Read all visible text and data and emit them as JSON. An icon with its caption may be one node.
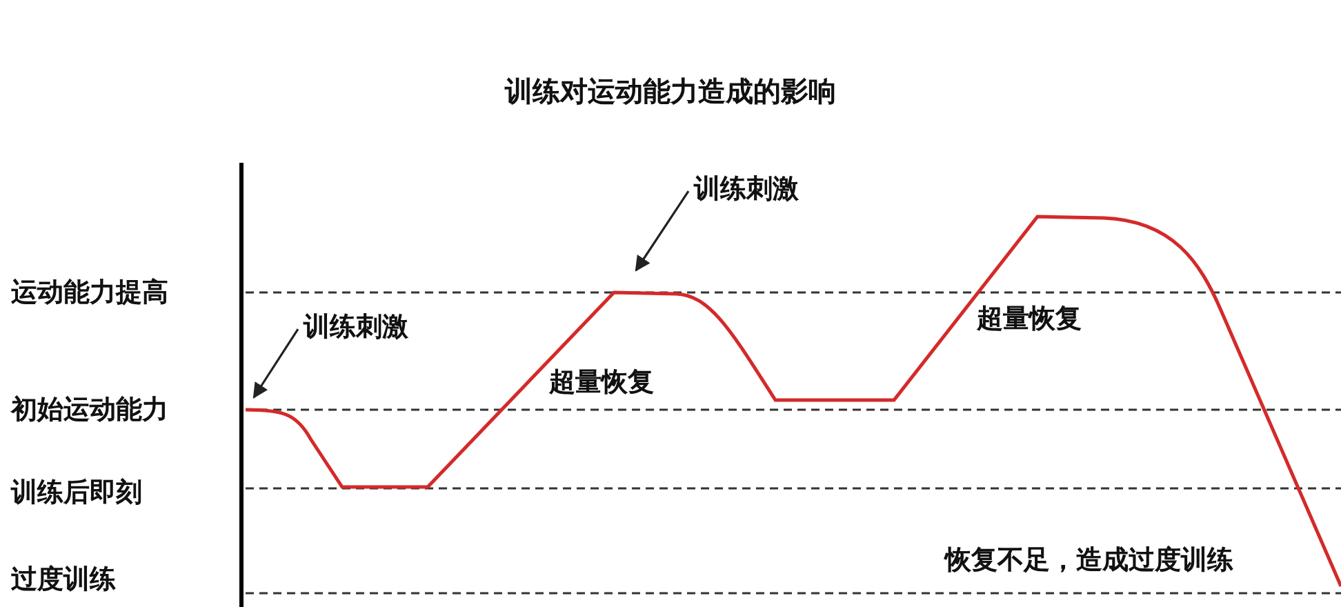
{
  "diagram": {
    "title": "训练对运动能力造成的影响",
    "nodes": [
      {
        "text": [
          "训练刺激"
        ]
      },
      {
        "text": [
          "训练刺激"
        ]
      }
    ],
    "edges": [
      {
        "from": 0,
        "to": null,
        "arrow": "to"
      },
      {
        "from": 1,
        "to": null,
        "arrow": "to"
      }
    ],
    "labels": [
      "运动能力提高",
      "初始运动能力",
      "训练后即刻",
      "过度训练",
      "超量恢复",
      "超量恢复",
      "恢复不足，造成过度训练"
    ]
  }
}
